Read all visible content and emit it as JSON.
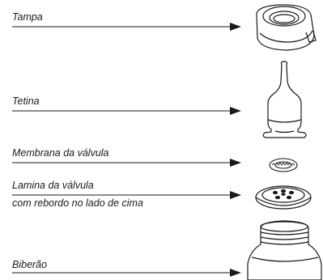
{
  "labels": {
    "tampa": "Tampa",
    "tetina": "Tetina",
    "membrana": "Membrana da válvula",
    "lamina_line1": "Lamina da válvula",
    "lamina_line2": "com rebordo no lado de cima",
    "biberao": "Biberão"
  }
}
